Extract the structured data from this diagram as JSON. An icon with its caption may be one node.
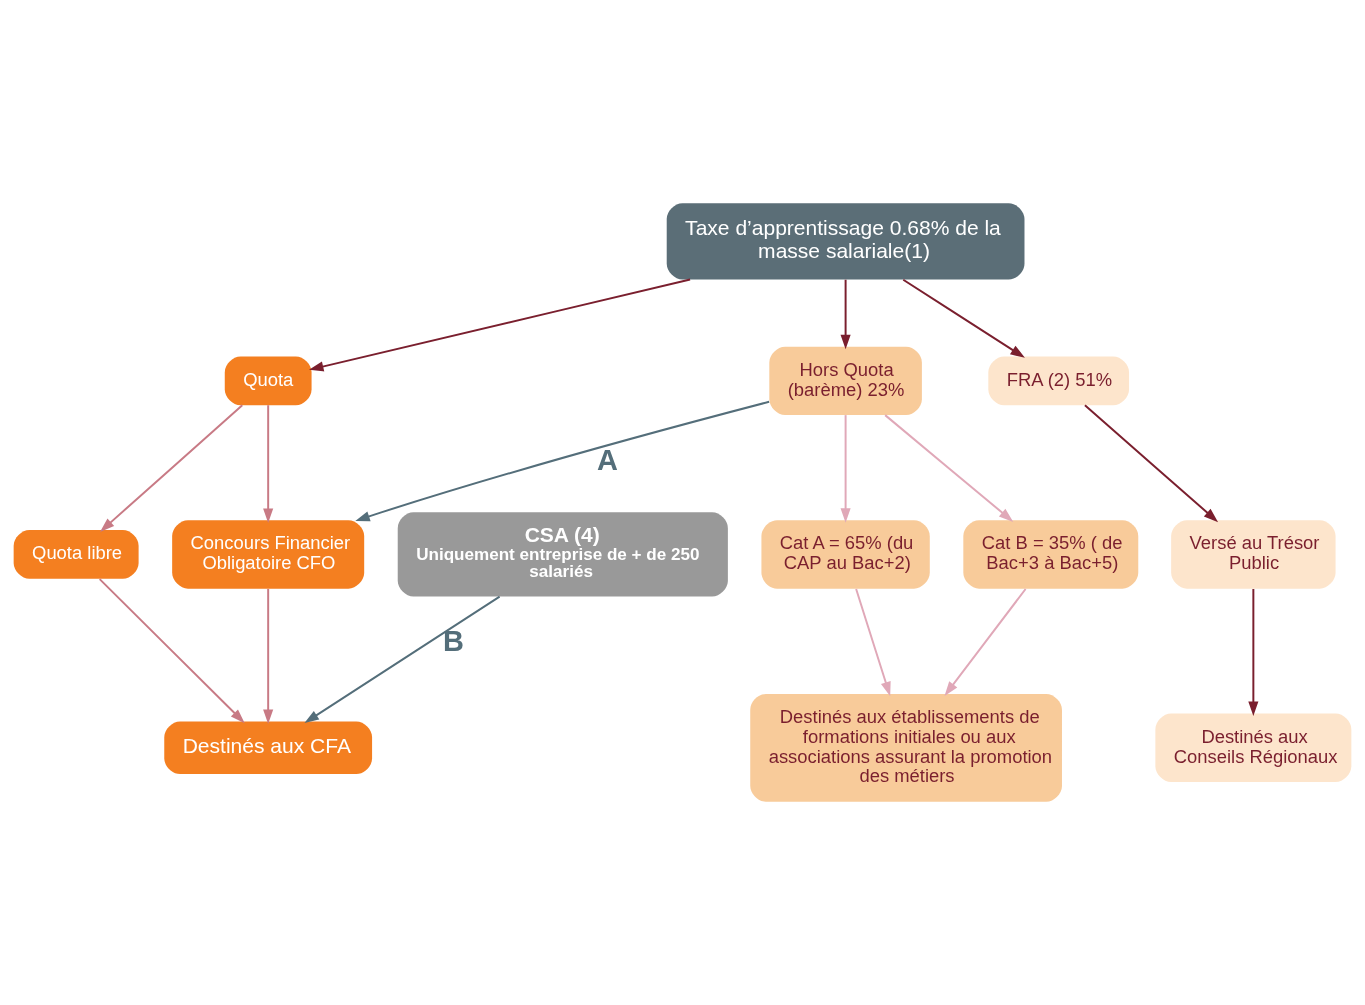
{
  "diagram": {
    "nodes": [
      {
        "text": [
          "Taxe d’apprentissage 0.68% de la masse salariale(1)"
        ]
      },
      {
        "text": [
          "Quota"
        ]
      },
      {
        "text": [
          "Hors Quota (barème) 23%"
        ]
      },
      {
        "text": [
          "FRA (2) 51%"
        ]
      },
      {
        "text": [
          "Quota libre"
        ]
      },
      {
        "text": [
          "Concours Financier Obligatoire CFO"
        ]
      },
      {
        "text": [
          "Cat A = 65% (du CAP au Bac+2)"
        ]
      },
      {
        "text": [
          "Cat B = 35% ( de Bac+3 à Bac+5)"
        ]
      },
      {
        "text": [
          "Versé au Trésor Public"
        ]
      },
      {
        "text": [
          "Destinés aux CFA"
        ]
      },
      {
        "text": [
          "Destinés aux établissements de formations initiales ou aux associations assurant la promotion des métiers"
        ]
      },
      {
        "text": [
          "Destinés aux Conseils Régionaux"
        ]
      },
      {
        "text": [
          "CSA (4)",
          "Uniquement entreprise de + de 250 salariés"
        ]
      }
    ],
    "edges": [
      {
        "from": 0,
        "to": 1,
        "arrow": "to"
      },
      {
        "from": 0,
        "to": 2,
        "arrow": "to"
      },
      {
        "from": 0,
        "to": 3,
        "arrow": "to"
      },
      {
        "from": 1,
        "to": 4,
        "arrow": "to",
        "color": "#c87a85"
      },
      {
        "from": 1,
        "to": 5,
        "arrow": "to",
        "color": "#c87a85"
      },
      {
        "from": 2,
        "to": 5,
        "arrow": "to",
        "label": "A",
        "color": "#546e7a"
      },
      {
        "from": 2,
        "to": 6,
        "arrow": "to",
        "color": "#e0a8b8"
      },
      {
        "from": 2,
        "to": 7,
        "arrow": "to",
        "color": "#e0a8b8"
      },
      {
        "from": 3,
        "to": 8,
        "arrow": "to"
      },
      {
        "from": 4,
        "to": 9,
        "arrow": "to",
        "color": "#c87a85"
      },
      {
        "from": 5,
        "to": 9,
        "arrow": "to",
        "color": "#c87a85"
      },
      {
        "from": 6,
        "to": 10,
        "arrow": "to",
        "color": "#e0a8b8"
      },
      {
        "from": 7,
        "to": 10,
        "arrow": "to",
        "color": "#e0a8b8"
      },
      {
        "from": 8,
        "to": 11,
        "arrow": "to"
      },
      {
        "from": 12,
        "to": 9,
        "arrow": "to",
        "label": "B",
        "color": "#546e7a"
      }
    ]
  }
}
